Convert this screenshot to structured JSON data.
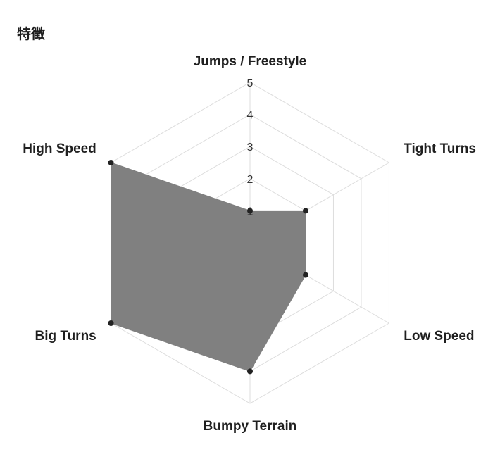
{
  "page": {
    "title": "特徴"
  },
  "chart_data": {
    "type": "radar",
    "title": "特徴",
    "axes": [
      "Jumps / Freestyle",
      "Tight Turns",
      "Low Speed",
      "Bumpy Terrain",
      "Big Turns",
      "High Speed"
    ],
    "r_ticks": [
      "1",
      "2",
      "3",
      "4",
      "5"
    ],
    "r_range": [
      0,
      5
    ],
    "series": [
      {
        "values": [
          1,
          2,
          2,
          4,
          5,
          5
        ],
        "fill_color": "#808080",
        "point_color": "#222222"
      }
    ],
    "grid_color": "#dddddd",
    "legend": false
  }
}
